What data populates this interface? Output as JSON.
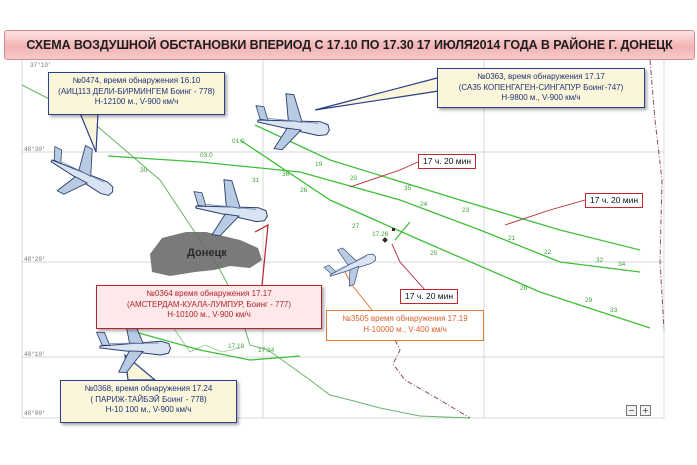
{
  "title": "СХЕМА ВОЗДУШНОЙ ОБСТАНОВКИ ВПЕРИОД С 17.10 ПО 17.30 17 ИЮЛЯ2014 ГОДА В РАЙОНЕ Г. ДОНЕЦК",
  "city": "Донецк",
  "grid_labels": [
    "48°30'",
    "48°20'",
    "48°10'",
    "48°00'",
    "37°10'"
  ],
  "callouts": [
    {
      "id": "c0474",
      "line1": "№0474, время обнаружения 16.10",
      "line2": "(АИЦ113 ДЕЛИ-БИРМИНГЕМ Боинг - 778)",
      "line3": "Н-12100 м., V-900 км/ч"
    },
    {
      "id": "c0363",
      "line1": "№0363, время обнаружения 17.17",
      "line2": "(СА35 КОПЕНГАГЕН-СИНГАПУР Боинг-747)",
      "line3": "Н-9800 м., V-900 км/ч"
    },
    {
      "id": "c0364",
      "line1": "№0364 время обнаружения 17.17",
      "line2": "(АМСТЕРДАМ-КУАЛА-ЛУМПУР, Боинг - 777)",
      "line3": "Н-10100 м., V-900 км/ч"
    },
    {
      "id": "c3505",
      "line1": "№3505 время обнаружения 17.19",
      "line2": "Н-10000 м., V-400 км/ч"
    },
    {
      "id": "c0368",
      "line1": "№0368, время обнаружения 17.24",
      "line2": "( ПАРИЖ-ТАЙБЭЙ Боинг - 778)",
      "line3": "Н-10 100 м., V-900 км/ч"
    }
  ],
  "time_tags": [
    "17 ч. 20 мин",
    "17 ч. 20 мин",
    "17 ч. 20 мин"
  ],
  "track_labels": [
    "03.0",
    "01.0",
    "17.18",
    "17.24",
    "17.26",
    "19",
    "20",
    "21",
    "22",
    "23",
    "24",
    "25",
    "26",
    "27",
    "28",
    "29",
    "30",
    "31",
    "32",
    "33",
    "34",
    "35",
    "36"
  ],
  "zoom": {
    "minus": "−",
    "plus": "+"
  },
  "colors": {
    "track_green": "#3fbf3a",
    "border_green": "#69b36b",
    "accent_red": "#b3242c",
    "callout_blue": "#29408a",
    "callout_orange": "#e27a3c",
    "city_grey": "#6b6b6b"
  },
  "icons": [
    "airplane-icon",
    "zoom-minus-icon",
    "zoom-plus-icon"
  ]
}
